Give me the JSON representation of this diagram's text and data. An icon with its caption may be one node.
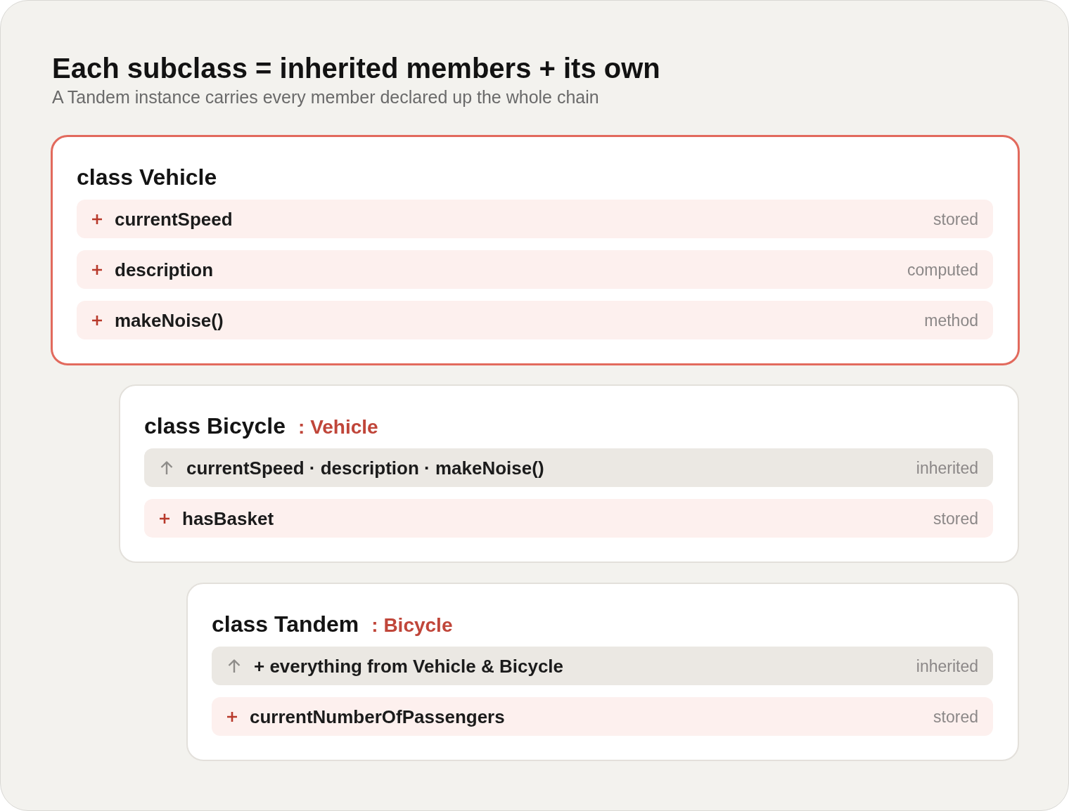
{
  "diagram": {
    "title": "Each subclass = inherited members + its own",
    "nodes": [
      {
        "text": [
          "class Vehicle"
        ]
      },
      {
        "text": [
          "currentSpeed",
          "stored"
        ],
        "in": 0
      },
      {
        "text": [
          "description",
          "computed"
        ],
        "in": 0
      },
      {
        "text": [
          "makeNoise()",
          "method"
        ],
        "in": 0
      },
      {
        "text": [
          "class Bicycle",
          ": Vehicle"
        ]
      },
      {
        "text": [
          "currentSpeed · description · makeNoise()",
          "inherited"
        ],
        "in": 4
      },
      {
        "text": [
          "hasBasket",
          "stored"
        ],
        "in": 4
      },
      {
        "text": [
          "class Tandem",
          ": Bicycle"
        ]
      },
      {
        "text": [
          "+ everything from Vehicle & Bicycle",
          "inherited"
        ],
        "in": 7
      },
      {
        "text": [
          "currentNumberOfPassengers",
          "stored"
        ],
        "in": 7
      }
    ],
    "labels": [
      "A Tandem instance carries every member declared up the whole chain"
    ]
  }
}
